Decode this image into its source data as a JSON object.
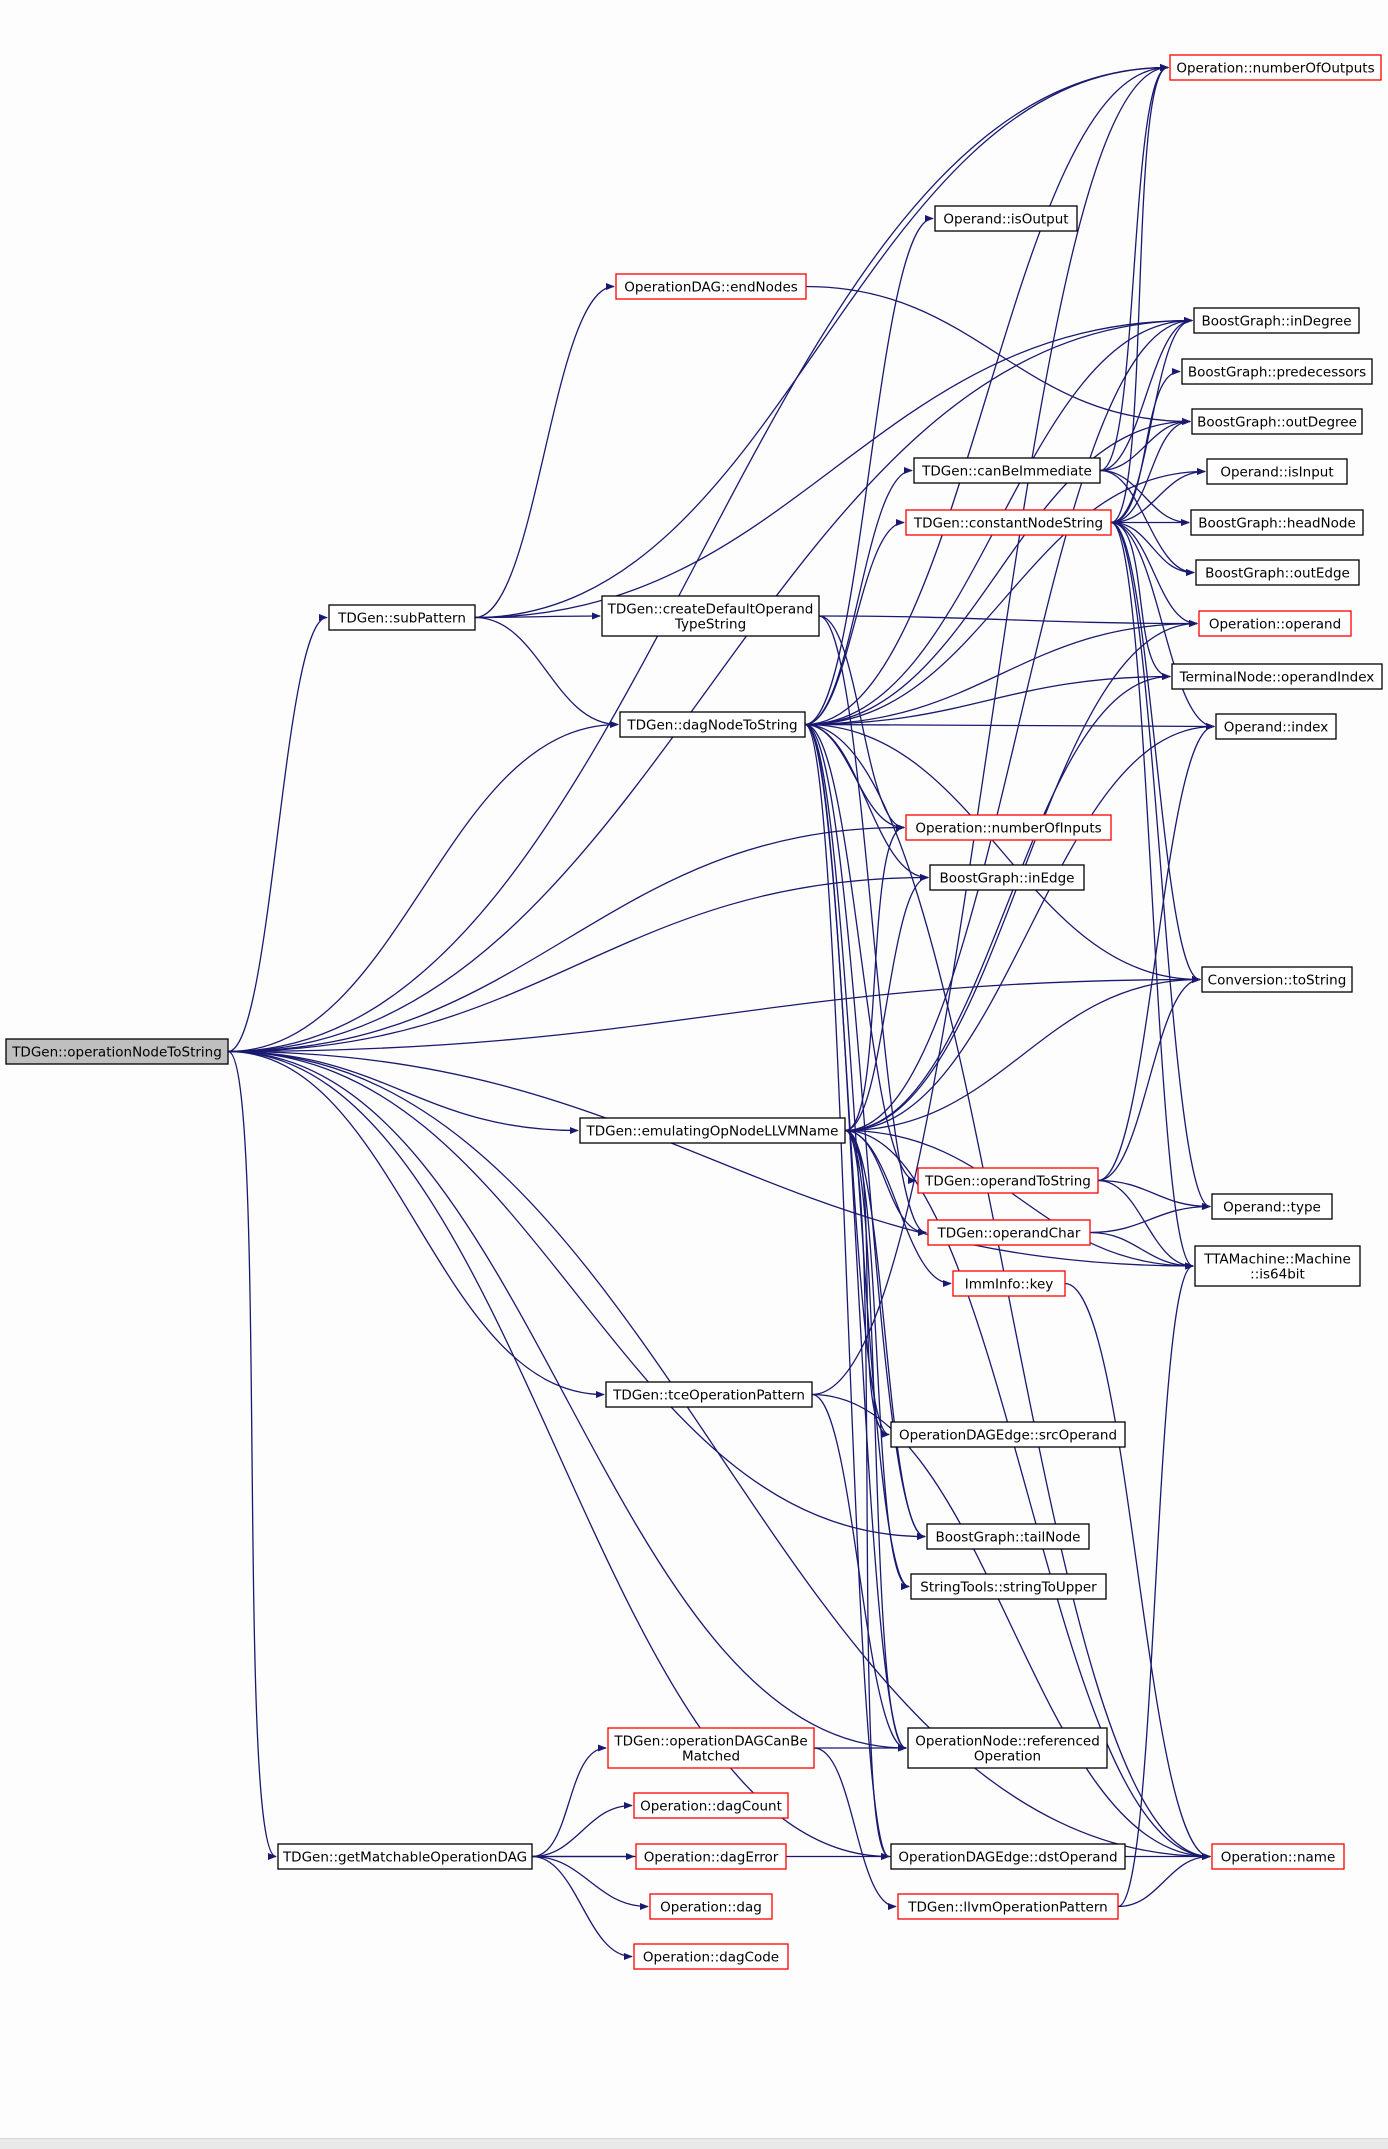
{
  "colors": {
    "edge": "#191970",
    "node_border_default": "#000000",
    "node_border_red": "#ff0000",
    "node_fill": "#ffffff",
    "node_fill_root": "#bfbfbf",
    "text": "#000000"
  },
  "graph": {
    "nodes": [
      {
        "id": "root",
        "label": [
          "TDGen::operationNodeToString"
        ],
        "style": "root"
      },
      {
        "id": "subPattern",
        "label": [
          "TDGen::subPattern"
        ],
        "style": "black"
      },
      {
        "id": "endNodes",
        "label": [
          "OperationDAG::endNodes"
        ],
        "style": "red"
      },
      {
        "id": "createDefaultOperandTypeString",
        "label": [
          "TDGen::createDefaultOperand",
          "TypeString"
        ],
        "style": "black"
      },
      {
        "id": "dagNodeToString",
        "label": [
          "TDGen::dagNodeToString"
        ],
        "style": "black"
      },
      {
        "id": "emulatingOpNodeLLVMName",
        "label": [
          "TDGen::emulatingOpNodeLLVMName"
        ],
        "style": "black"
      },
      {
        "id": "tceOperationPattern",
        "label": [
          "TDGen::tceOperationPattern"
        ],
        "style": "black"
      },
      {
        "id": "operationDAGCanBeMatched",
        "label": [
          "TDGen::operationDAGCanBe",
          "Matched"
        ],
        "style": "red"
      },
      {
        "id": "getMatchableOperationDAG",
        "label": [
          "TDGen::getMatchableOperationDAG"
        ],
        "style": "black"
      },
      {
        "id": "dagCount",
        "label": [
          "Operation::dagCount"
        ],
        "style": "red"
      },
      {
        "id": "dagError",
        "label": [
          "Operation::dagError"
        ],
        "style": "red"
      },
      {
        "id": "dag",
        "label": [
          "Operation::dag"
        ],
        "style": "red"
      },
      {
        "id": "dagCode",
        "label": [
          "Operation::dagCode"
        ],
        "style": "red"
      },
      {
        "id": "isOutput",
        "label": [
          "Operand::isOutput"
        ],
        "style": "black"
      },
      {
        "id": "canBeImmediate",
        "label": [
          "TDGen::canBeImmediate"
        ],
        "style": "black"
      },
      {
        "id": "constantNodeString",
        "label": [
          "TDGen::constantNodeString"
        ],
        "style": "red"
      },
      {
        "id": "numberOfInputs",
        "label": [
          "Operation::numberOfInputs"
        ],
        "style": "red"
      },
      {
        "id": "inEdge",
        "label": [
          "BoostGraph::inEdge"
        ],
        "style": "black"
      },
      {
        "id": "operandToString",
        "label": [
          "TDGen::operandToString"
        ],
        "style": "red"
      },
      {
        "id": "operandChar",
        "label": [
          "TDGen::operandChar"
        ],
        "style": "red"
      },
      {
        "id": "immInfoKey",
        "label": [
          "ImmInfo::key"
        ],
        "style": "red"
      },
      {
        "id": "srcOperand",
        "label": [
          "OperationDAGEdge::srcOperand"
        ],
        "style": "black"
      },
      {
        "id": "tailNode",
        "label": [
          "BoostGraph::tailNode"
        ],
        "style": "black"
      },
      {
        "id": "stringToUpper",
        "label": [
          "StringTools::stringToUpper"
        ],
        "style": "black"
      },
      {
        "id": "referencedOperation",
        "label": [
          "OperationNode::referenced",
          "Operation"
        ],
        "style": "black"
      },
      {
        "id": "dstOperand",
        "label": [
          "OperationDAGEdge::dstOperand"
        ],
        "style": "black"
      },
      {
        "id": "llvmOperationPattern",
        "label": [
          "TDGen::llvmOperationPattern"
        ],
        "style": "red"
      },
      {
        "id": "numberOfOutputs",
        "label": [
          "Operation::numberOfOutputs"
        ],
        "style": "red"
      },
      {
        "id": "inDegree",
        "label": [
          "BoostGraph::inDegree"
        ],
        "style": "black"
      },
      {
        "id": "predecessors",
        "label": [
          "BoostGraph::predecessors"
        ],
        "style": "black"
      },
      {
        "id": "outDegree",
        "label": [
          "BoostGraph::outDegree"
        ],
        "style": "black"
      },
      {
        "id": "isInput",
        "label": [
          "Operand::isInput"
        ],
        "style": "black"
      },
      {
        "id": "headNode",
        "label": [
          "BoostGraph::headNode"
        ],
        "style": "black"
      },
      {
        "id": "outEdge",
        "label": [
          "BoostGraph::outEdge"
        ],
        "style": "black"
      },
      {
        "id": "operand",
        "label": [
          "Operation::operand"
        ],
        "style": "red"
      },
      {
        "id": "terminalOperandIndex",
        "label": [
          "TerminalNode::operandIndex"
        ],
        "style": "black"
      },
      {
        "id": "operandIndex",
        "label": [
          "Operand::index"
        ],
        "style": "black"
      },
      {
        "id": "toString",
        "label": [
          "Conversion::toString"
        ],
        "style": "black"
      },
      {
        "id": "type",
        "label": [
          "Operand::type"
        ],
        "style": "black"
      },
      {
        "id": "is64bit",
        "label": [
          "TTAMachine::Machine",
          "::is64bit"
        ],
        "style": "black"
      },
      {
        "id": "name",
        "label": [
          "Operation::name"
        ],
        "style": "red"
      }
    ],
    "edges": [
      [
        "root",
        "subPattern"
      ],
      [
        "root",
        "dagNodeToString"
      ],
      [
        "root",
        "emulatingOpNodeLLVMName"
      ],
      [
        "root",
        "tceOperationPattern"
      ],
      [
        "root",
        "getMatchableOperationDAG"
      ],
      [
        "root",
        "numberOfOutputs"
      ],
      [
        "root",
        "inDegree"
      ],
      [
        "root",
        "numberOfInputs"
      ],
      [
        "root",
        "inEdge"
      ],
      [
        "root",
        "toString"
      ],
      [
        "root",
        "tailNode"
      ],
      [
        "root",
        "referencedOperation"
      ],
      [
        "root",
        "dstOperand"
      ],
      [
        "root",
        "name"
      ],
      [
        "root",
        "is64bit"
      ],
      [
        "subPattern",
        "endNodes"
      ],
      [
        "subPattern",
        "createDefaultOperandTypeString"
      ],
      [
        "subPattern",
        "dagNodeToString"
      ],
      [
        "subPattern",
        "numberOfOutputs"
      ],
      [
        "subPattern",
        "inDegree"
      ],
      [
        "endNodes",
        "outDegree"
      ],
      [
        "createDefaultOperandTypeString",
        "operand"
      ],
      [
        "createDefaultOperandTypeString",
        "numberOfInputs"
      ],
      [
        "createDefaultOperandTypeString",
        "operandChar"
      ],
      [
        "dagNodeToString",
        "isOutput"
      ],
      [
        "dagNodeToString",
        "canBeImmediate"
      ],
      [
        "dagNodeToString",
        "constantNodeString"
      ],
      [
        "dagNodeToString",
        "numberOfInputs"
      ],
      [
        "dagNodeToString",
        "inEdge"
      ],
      [
        "dagNodeToString",
        "operandToString"
      ],
      [
        "dagNodeToString",
        "operandIndex"
      ],
      [
        "dagNodeToString",
        "toString"
      ],
      [
        "dagNodeToString",
        "terminalOperandIndex"
      ],
      [
        "dagNodeToString",
        "operand"
      ],
      [
        "dagNodeToString",
        "numberOfOutputs"
      ],
      [
        "dagNodeToString",
        "inDegree"
      ],
      [
        "dagNodeToString",
        "outDegree"
      ],
      [
        "dagNodeToString",
        "isInput"
      ],
      [
        "dagNodeToString",
        "tailNode"
      ],
      [
        "dagNodeToString",
        "referencedOperation"
      ],
      [
        "dagNodeToString",
        "dstOperand"
      ],
      [
        "dagNodeToString",
        "srcOperand"
      ],
      [
        "dagNodeToString",
        "name"
      ],
      [
        "dagNodeToString",
        "stringToUpper"
      ],
      [
        "emulatingOpNodeLLVMName",
        "numberOfInputs"
      ],
      [
        "emulatingOpNodeLLVMName",
        "inEdge"
      ],
      [
        "emulatingOpNodeLLVMName",
        "operandChar"
      ],
      [
        "emulatingOpNodeLLVMName",
        "immInfoKey"
      ],
      [
        "emulatingOpNodeLLVMName",
        "srcOperand"
      ],
      [
        "emulatingOpNodeLLVMName",
        "tailNode"
      ],
      [
        "emulatingOpNodeLLVMName",
        "stringToUpper"
      ],
      [
        "emulatingOpNodeLLVMName",
        "referencedOperation"
      ],
      [
        "emulatingOpNodeLLVMName",
        "dstOperand"
      ],
      [
        "emulatingOpNodeLLVMName",
        "terminalOperandIndex"
      ],
      [
        "emulatingOpNodeLLVMName",
        "operandIndex"
      ],
      [
        "emulatingOpNodeLLVMName",
        "operand"
      ],
      [
        "emulatingOpNodeLLVMName",
        "name"
      ],
      [
        "emulatingOpNodeLLVMName",
        "is64bit"
      ],
      [
        "emulatingOpNodeLLVMName",
        "toString"
      ],
      [
        "emulatingOpNodeLLVMName",
        "inDegree"
      ],
      [
        "tceOperationPattern",
        "numberOfOutputs"
      ],
      [
        "tceOperationPattern",
        "referencedOperation"
      ],
      [
        "tceOperationPattern",
        "name"
      ],
      [
        "operationDAGCanBeMatched",
        "referencedOperation"
      ],
      [
        "operationDAGCanBeMatched",
        "llvmOperationPattern"
      ],
      [
        "getMatchableOperationDAG",
        "operationDAGCanBeMatched"
      ],
      [
        "getMatchableOperationDAG",
        "dagCount"
      ],
      [
        "getMatchableOperationDAG",
        "dagError"
      ],
      [
        "getMatchableOperationDAG",
        "dag"
      ],
      [
        "getMatchableOperationDAG",
        "dagCode"
      ],
      [
        "getMatchableOperationDAG",
        "name"
      ],
      [
        "canBeImmediate",
        "inDegree"
      ],
      [
        "canBeImmediate",
        "outDegree"
      ],
      [
        "canBeImmediate",
        "headNode"
      ],
      [
        "canBeImmediate",
        "outEdge"
      ],
      [
        "canBeImmediate",
        "numberOfOutputs"
      ],
      [
        "constantNodeString",
        "inDegree"
      ],
      [
        "constantNodeString",
        "predecessors"
      ],
      [
        "constantNodeString",
        "outDegree"
      ],
      [
        "constantNodeString",
        "isInput"
      ],
      [
        "constantNodeString",
        "headNode"
      ],
      [
        "constantNodeString",
        "outEdge"
      ],
      [
        "constantNodeString",
        "operand"
      ],
      [
        "constantNodeString",
        "terminalOperandIndex"
      ],
      [
        "constantNodeString",
        "operandIndex"
      ],
      [
        "constantNodeString",
        "toString"
      ],
      [
        "constantNodeString",
        "type"
      ],
      [
        "constantNodeString",
        "is64bit"
      ],
      [
        "constantNodeString",
        "numberOfOutputs"
      ],
      [
        "operandToString",
        "type"
      ],
      [
        "operandToString",
        "is64bit"
      ],
      [
        "operandToString",
        "toString"
      ],
      [
        "operandToString",
        "operandIndex"
      ],
      [
        "operandChar",
        "type"
      ],
      [
        "operandChar",
        "is64bit"
      ],
      [
        "immInfoKey",
        "name"
      ],
      [
        "llvmOperationPattern",
        "name"
      ],
      [
        "llvmOperationPattern",
        "is64bit"
      ]
    ]
  }
}
